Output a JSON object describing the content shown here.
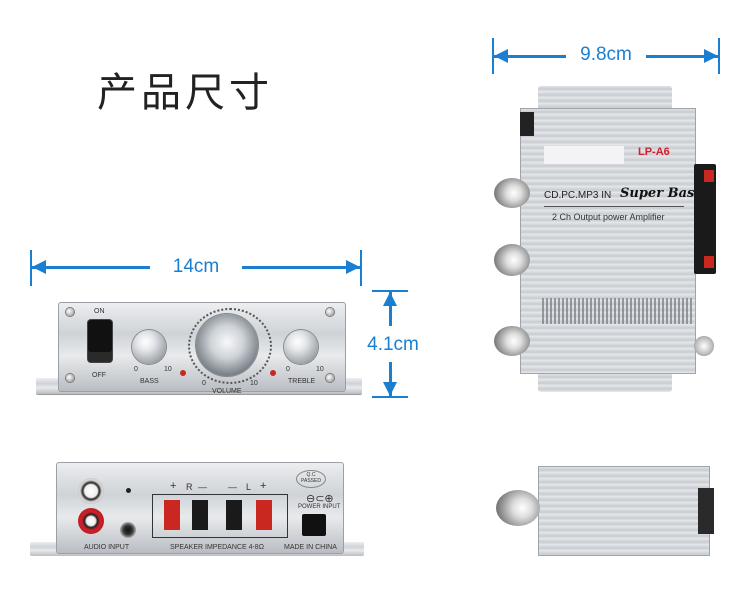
{
  "title": "产品尺寸",
  "dimensions": {
    "width_top": "9.8cm",
    "width_front": "14cm",
    "height_front": "4.1cm"
  },
  "front_panel": {
    "switch_on": "ON",
    "switch_off": "OFF",
    "bass": "BASS",
    "volume": "VOLUME",
    "treble": "TREBLE",
    "scale_min": "0",
    "scale_max": "10"
  },
  "top_panel": {
    "model": "LP-A6",
    "inputs": "CD.PC.MP3 IN",
    "brand": "Super Bass",
    "subtitle": "2 Ch Output power Amplifier"
  },
  "rear_panel": {
    "qc": "Q.C PASSED",
    "plus_r": "+",
    "r_label": "R",
    "minus_r": "—",
    "minus_l": "—",
    "l_label": "L",
    "plus_l": "+",
    "audio_input": "AUDIO INPUT",
    "speaker_impedance": "SPEAKER IMPEDANCE 4-8Ω",
    "made_in": "MADE IN CHINA",
    "power_input": "POWER INPUT"
  },
  "colors": {
    "dimension_blue": "#1a7fd0",
    "brand_red": "#d0202a",
    "led_red": "#c8281f"
  }
}
